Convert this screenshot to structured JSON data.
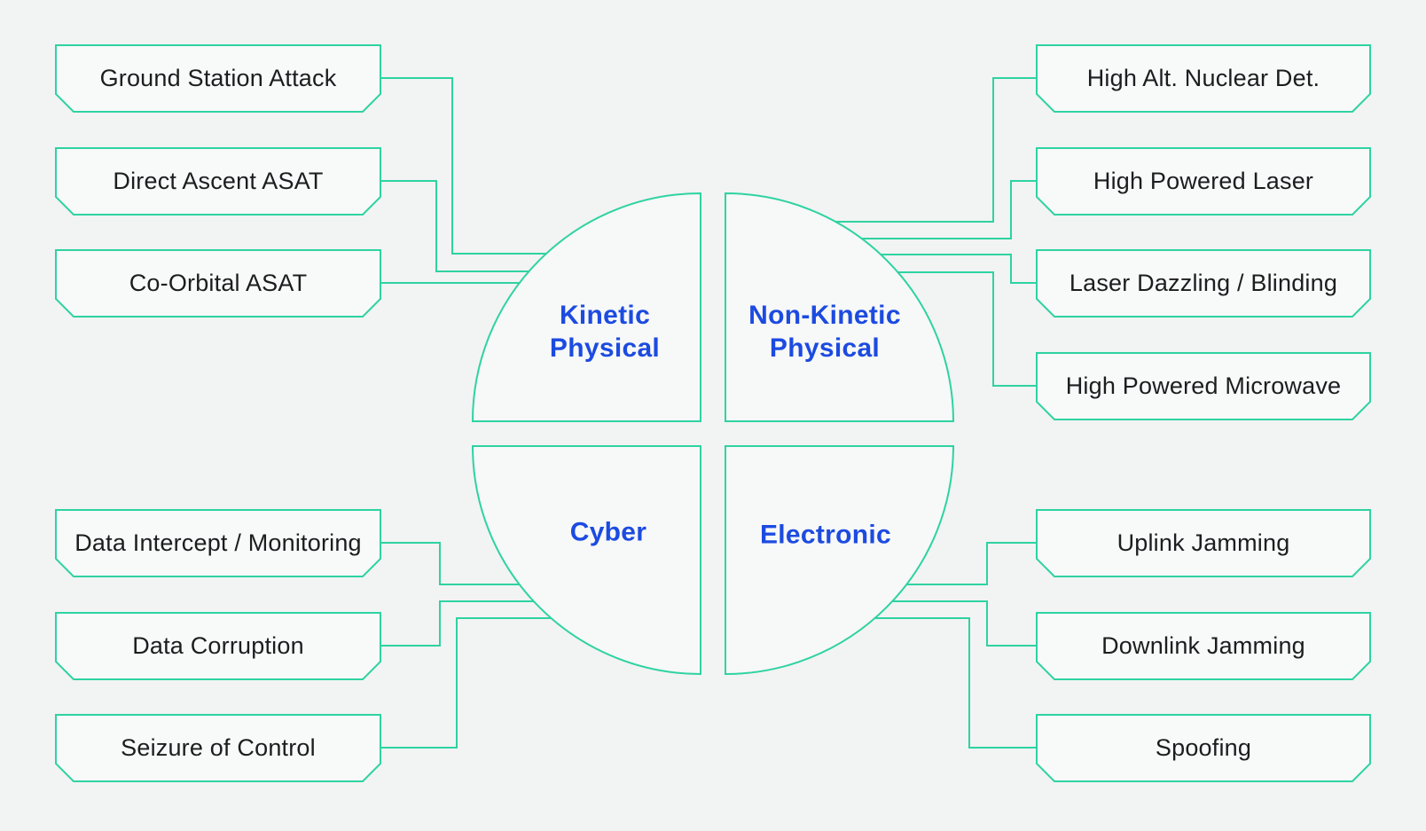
{
  "colors": {
    "accent": "#2ed3a1",
    "label_blue": "#1c4be0",
    "background": "#f2f3f3",
    "box_fill": "#f8f9f9",
    "box_text": "#1d1d1f"
  },
  "quadrants": {
    "kinetic_physical": {
      "line1": "Kinetic",
      "line2": "Physical"
    },
    "non_kinetic_physical": {
      "line1": "Non-Kinetic",
      "line2": "Physical"
    },
    "cyber": {
      "line1": "Cyber"
    },
    "electronic": {
      "line1": "Electronic"
    }
  },
  "threats": {
    "kinetic_physical": [
      "Ground Station Attack",
      "Direct Ascent ASAT",
      "Co-Orbital ASAT"
    ],
    "non_kinetic_physical": [
      "High Alt. Nuclear Det.",
      "High Powered Laser",
      "Laser Dazzling / Blinding",
      "High Powered Microwave"
    ],
    "cyber": [
      "Data Intercept / Monitoring",
      "Data Corruption",
      "Seizure of Control"
    ],
    "electronic": [
      "Uplink Jamming",
      "Downlink Jamming",
      "Spoofing"
    ]
  }
}
